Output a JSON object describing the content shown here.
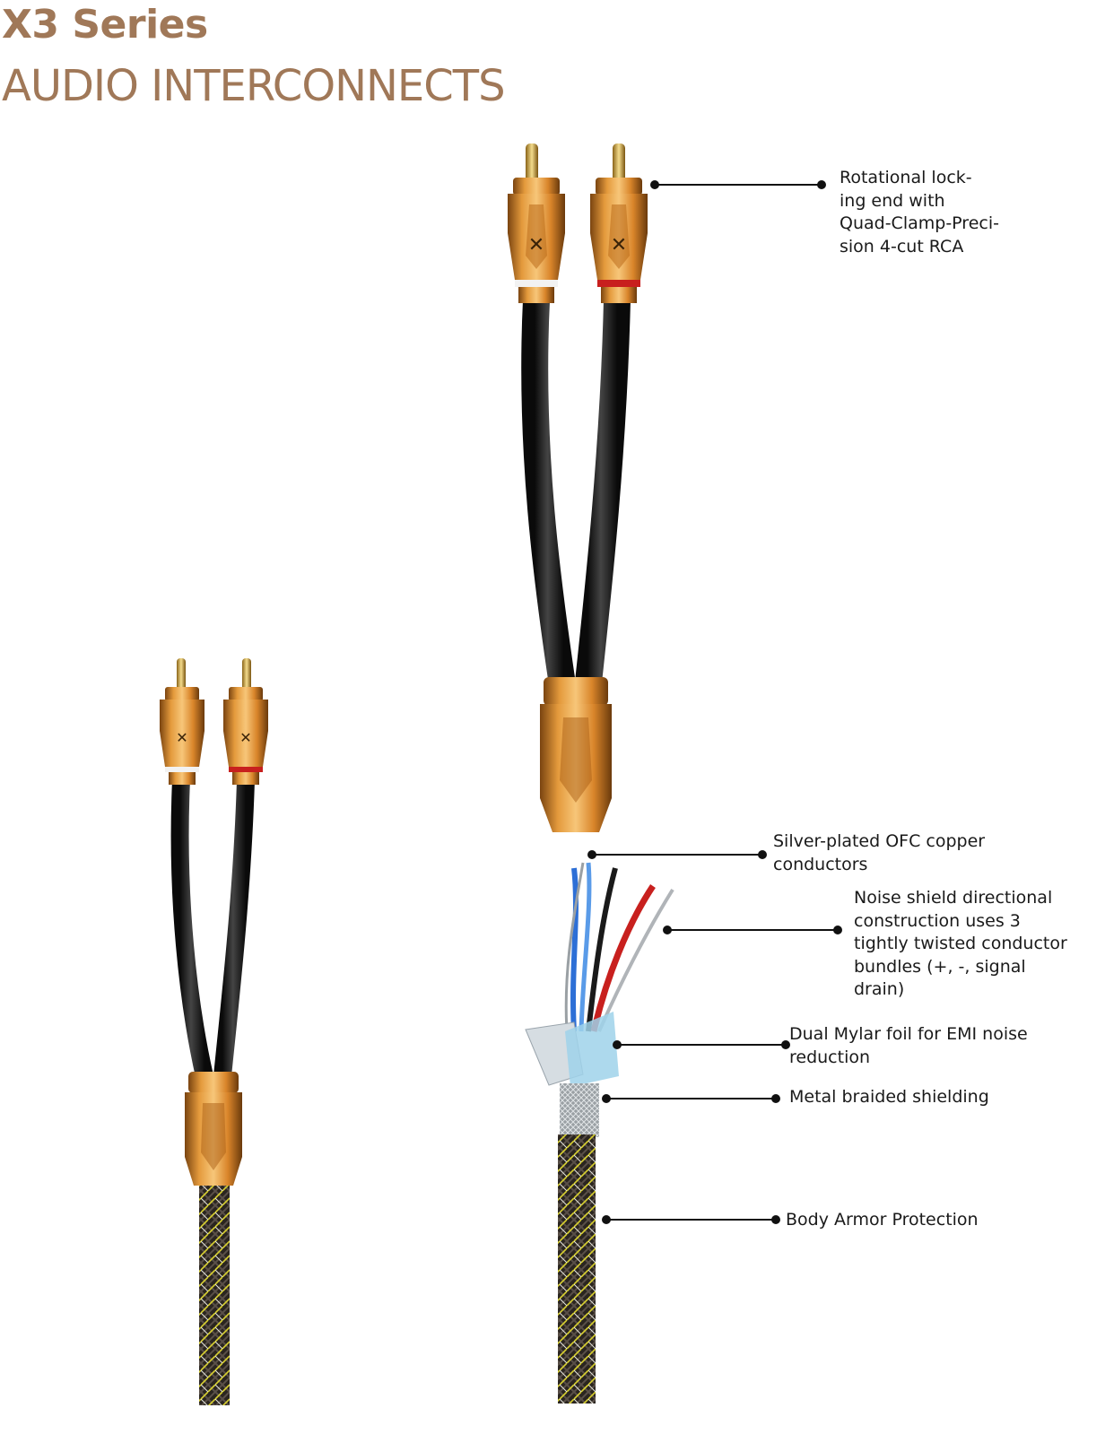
{
  "header": {
    "title": "X3 Series",
    "subtitle": "AUDIO INTERCONNECTS"
  },
  "callouts": {
    "rca_end": "Rotational lock-\ning end with\nQuad-Clamp-Preci-\nsion 4-cut RCA",
    "conductors": "Silver-plated OFC copper\nconductors",
    "noise_shield": "Noise shield directional\nconstruction uses 3\ntightly twisted conductor\nbundles (+, -, signal\ndrain)",
    "mylar": "Dual Mylar foil for EMI noise\nreduction",
    "braid": "Metal braided shielding",
    "armor": "Body Armor Protection"
  },
  "colors": {
    "title": "#a07858",
    "gold": "#d98a2e",
    "cable": "#1c1c1c",
    "channel_left": "#f2f2f2",
    "channel_right": "#c8201e",
    "braid_accent": "#d8d030"
  }
}
